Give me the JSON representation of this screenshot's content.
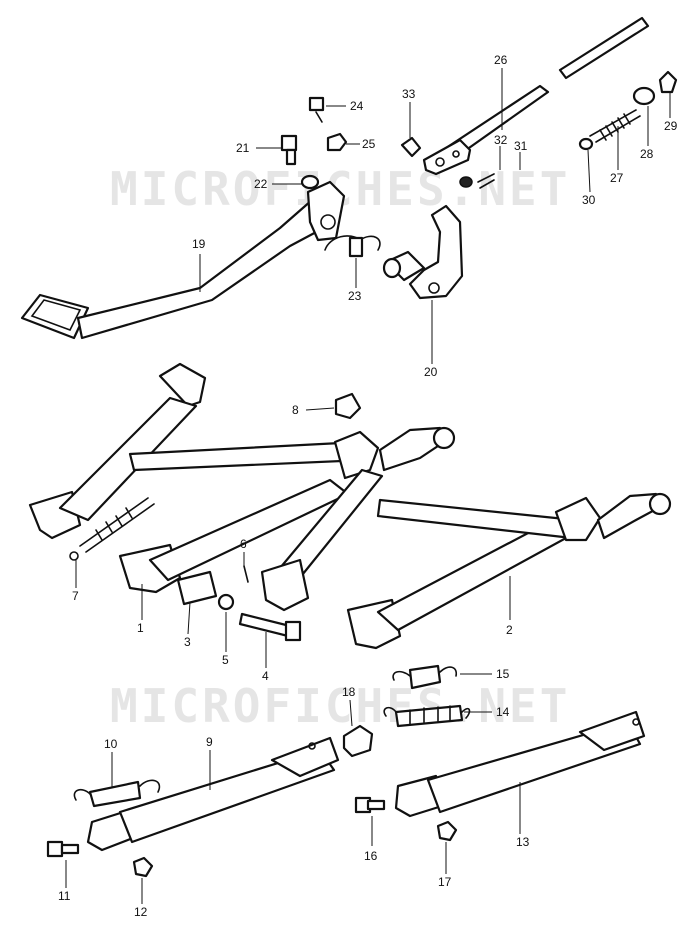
{
  "watermark": "MICROFICHES.NET",
  "callouts": {
    "c1": "1",
    "c2": "2",
    "c3": "3",
    "c4": "4",
    "c5": "5",
    "c6": "6",
    "c7": "7",
    "c8": "8",
    "c9": "9",
    "c10": "10",
    "c11": "11",
    "c12": "12",
    "c13": "13",
    "c14": "14",
    "c15": "15",
    "c16": "16",
    "c17": "17",
    "c18": "18",
    "c19": "19",
    "c20": "20",
    "c21": "21",
    "c22": "22",
    "c23": "23",
    "c24": "24",
    "c25": "25",
    "c26": "26",
    "c27": "27",
    "c28": "28",
    "c29": "29",
    "c30": "30",
    "c31": "31",
    "c32": "32",
    "c33": "33"
  }
}
